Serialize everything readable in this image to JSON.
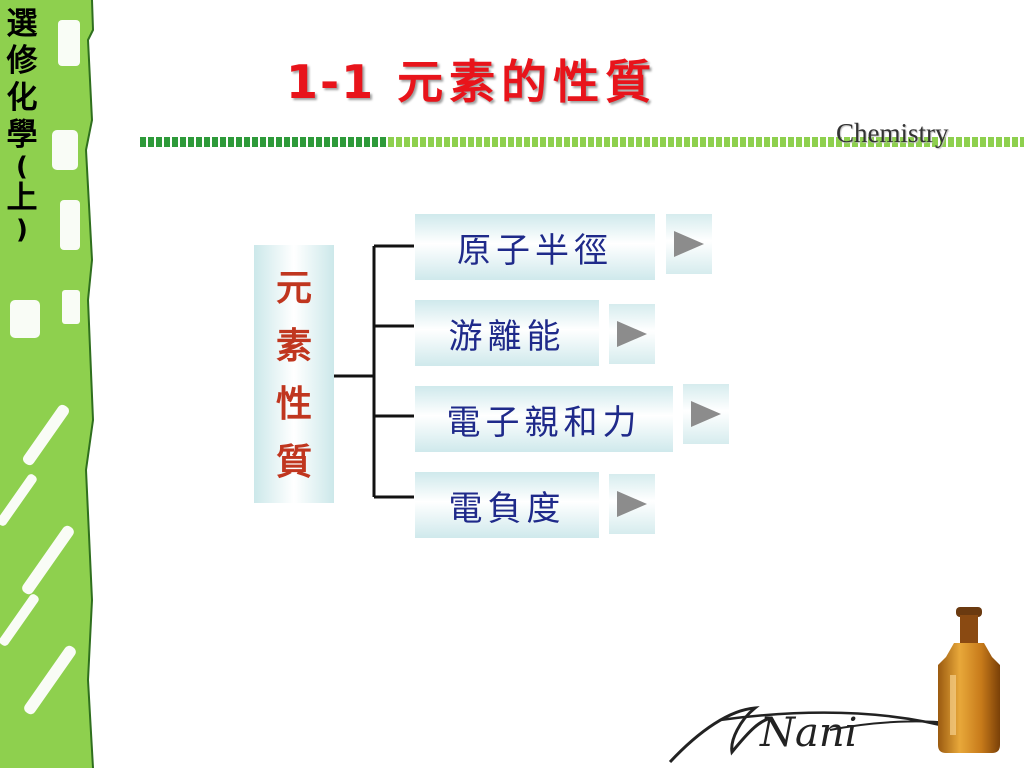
{
  "sidebar": {
    "title_chars": [
      "選",
      "修",
      "化",
      "學",
      "(",
      "上",
      ")"
    ],
    "accent_color": "#8ed04e"
  },
  "header": {
    "number": "1-1",
    "title": "元素的性質",
    "brand": "Chemistry",
    "title_color": "#e8141b",
    "dots_dark": "#2e9a3a",
    "dots_light": "#8ed04e"
  },
  "diagram": {
    "root_chars": [
      "元",
      "素",
      "性",
      "質"
    ],
    "items": [
      {
        "label": "原子半徑",
        "arrow_icon": "play-triangle-icon"
      },
      {
        "label": "游離能",
        "arrow_icon": "play-triangle-icon"
      },
      {
        "label": "電子親和力",
        "arrow_icon": "play-triangle-icon"
      },
      {
        "label": "電負度",
        "arrow_icon": "play-triangle-icon"
      }
    ]
  },
  "signature": "Nani"
}
